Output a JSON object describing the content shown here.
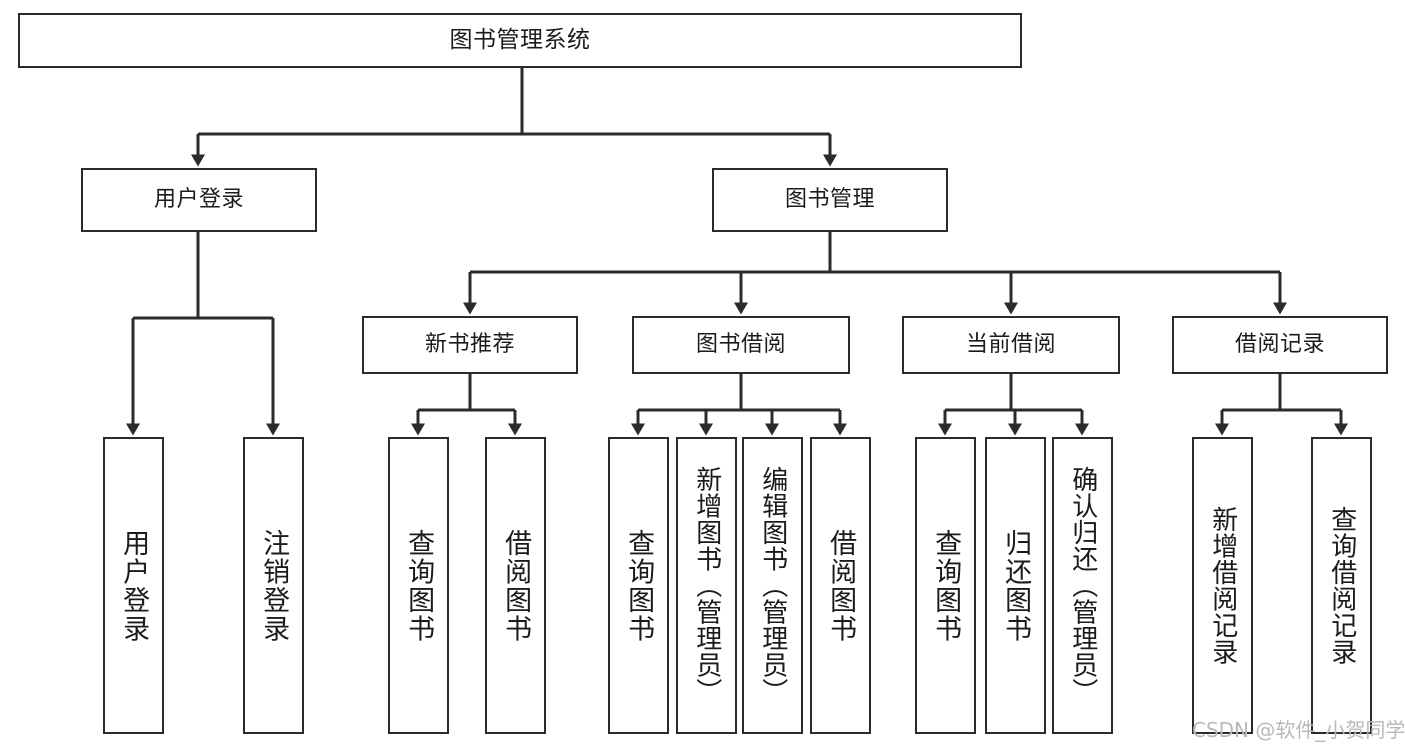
{
  "diagram": {
    "title": "图书管理系统",
    "type": "tree-hierarchy-chart",
    "watermark": "CSDN @软件_小贺同学",
    "colors": {
      "box_border": "#2b2b2b",
      "connector": "#2b2b2b",
      "text": "#1b1b1b",
      "background": "#ffffff",
      "watermark": "#b9b9b9"
    },
    "nodes": {
      "root": {
        "label": "图书管理系统"
      },
      "level2": [
        {
          "label": "用户登录"
        },
        {
          "label": "图书管理"
        }
      ],
      "level3": [
        {
          "label": "新书推荐"
        },
        {
          "label": "图书借阅"
        },
        {
          "label": "当前借阅"
        },
        {
          "label": "借阅记录"
        }
      ],
      "leaves": {
        "user_login": [
          {
            "label": "用户登录"
          },
          {
            "label": "注销登录"
          }
        ],
        "new_book_recommend": [
          {
            "label": "查询图书"
          },
          {
            "label": "借阅图书"
          }
        ],
        "book_borrow": [
          {
            "label": "查询图书"
          },
          {
            "label": "新增图书（管理员）"
          },
          {
            "label": "编辑图书（管理员）"
          },
          {
            "label": "借阅图书"
          }
        ],
        "current_borrow": [
          {
            "label": "查询图书"
          },
          {
            "label": "归还图书"
          },
          {
            "label": "确认归还（管理员）"
          }
        ],
        "borrow_record": [
          {
            "label": "新增借阅记录"
          },
          {
            "label": "查询借阅记录"
          }
        ]
      }
    }
  }
}
